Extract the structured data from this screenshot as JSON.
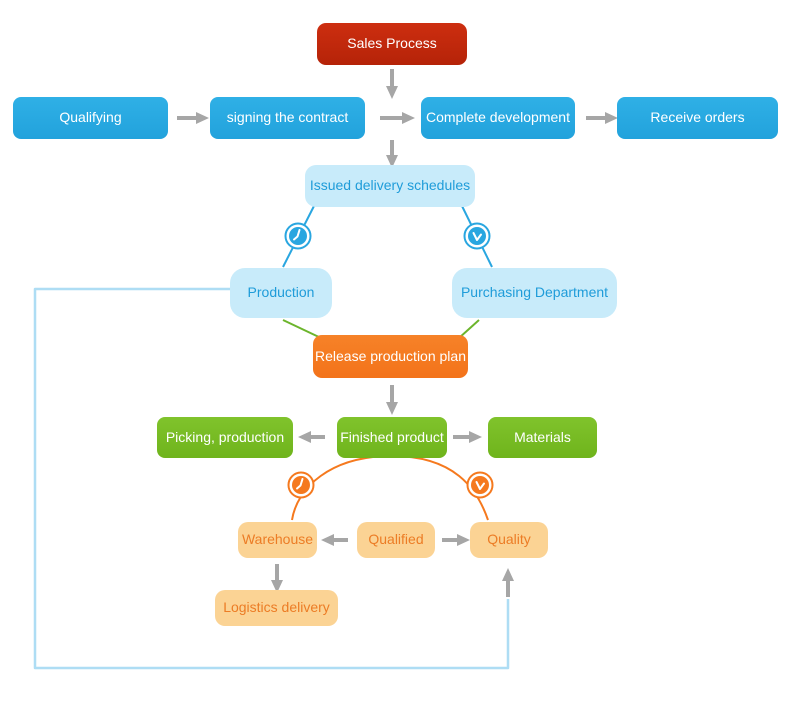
{
  "diagram": {
    "title": "Sales Process flowchart",
    "nodes": {
      "sales_process": {
        "label": "Sales Process"
      },
      "qualifying": {
        "label": "Qualifying"
      },
      "signing_contract": {
        "label": "signing the contract"
      },
      "complete_development": {
        "label": "Complete development"
      },
      "receive_orders": {
        "label": "Receive orders"
      },
      "issued_delivery_schedules": {
        "label": "Issued delivery schedules"
      },
      "production": {
        "label": "Production"
      },
      "purchasing_department": {
        "label": "Purchasing Department"
      },
      "release_production_plan": {
        "label": "Release production plan"
      },
      "picking_production": {
        "label": "Picking, production"
      },
      "finished_product": {
        "label": "Finished product"
      },
      "materials": {
        "label": "Materials"
      },
      "warehouse": {
        "label": "Warehouse"
      },
      "qualified": {
        "label": "Qualified"
      },
      "quality": {
        "label": "Quality"
      },
      "logistics_delivery": {
        "label": "Logistics delivery"
      }
    },
    "icons": [
      {
        "name": "clock-icon",
        "position": "schedule-to-production",
        "color": "#29a6e0"
      },
      {
        "name": "clock-icon",
        "position": "schedule-to-purchasing",
        "color": "#29a6e0"
      },
      {
        "name": "clock-icon",
        "position": "finished-to-warehouse",
        "color": "#f5791e"
      },
      {
        "name": "clock-icon",
        "position": "finished-to-quality",
        "color": "#f5791e"
      }
    ],
    "colors": {
      "red_node": "#c1270c",
      "blue_node": "#29abe2",
      "lightblue_node": "#c8ebfa",
      "lightblue_text": "#1f9cd9",
      "orange_node": "#f5791e",
      "green_node": "#76bc21",
      "tan_node": "#fbd394",
      "tan_text": "#ec7c25",
      "arrow_gray": "#a6a6a6",
      "feedback_line": "#aeddf4",
      "blue_connector": "#29a6e0",
      "green_connector": "#6cb52c",
      "orange_connector": "#f5791e"
    }
  }
}
